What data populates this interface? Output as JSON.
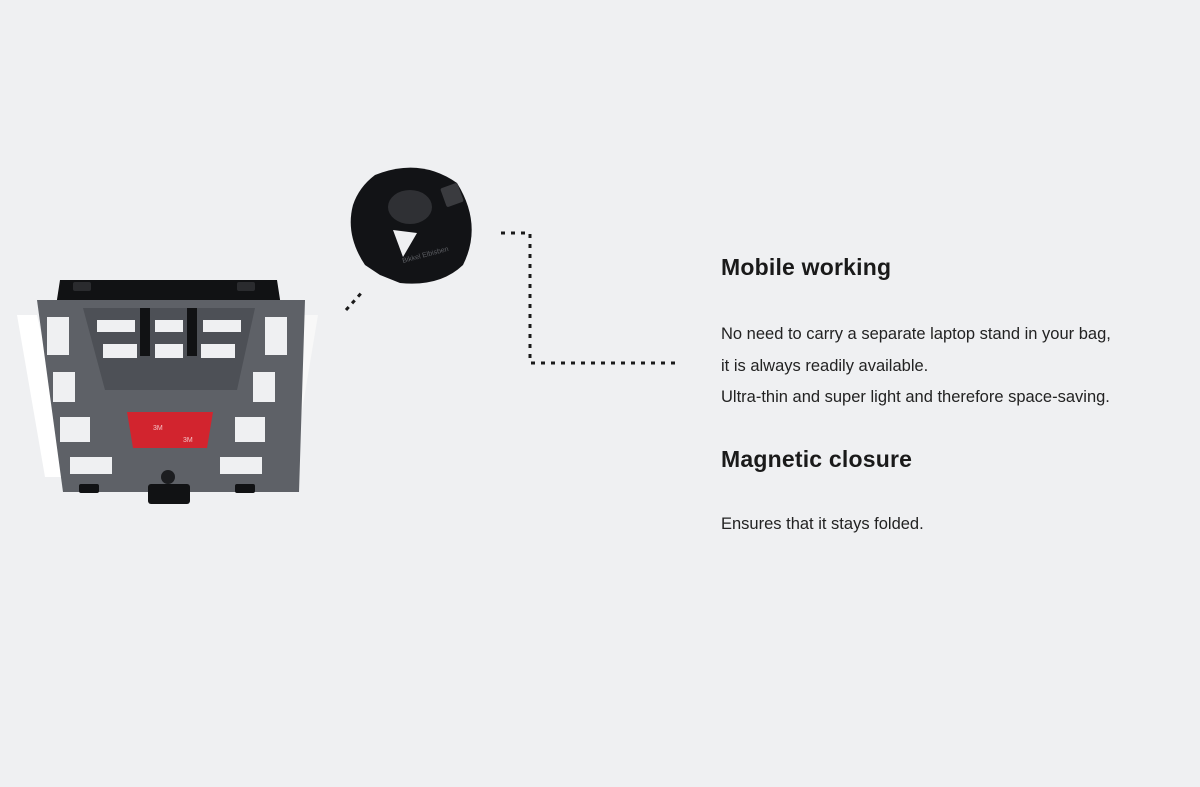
{
  "sections": [
    {
      "title": "Mobile working",
      "lines": [
        "No need to carry a separate laptop stand in your bag,",
        "it is always readily available.",
        "Ultra-thin and super light and therefore space-saving."
      ]
    },
    {
      "title": "Magnetic closure",
      "lines": [
        "Ensures that it stays folded."
      ]
    }
  ],
  "product_image": {
    "tape_text": "3M",
    "detail_logo_text": "Bikkel Elbisben"
  },
  "colors": {
    "background": "#eff0f2",
    "plate": "#5e6167",
    "bracket": "#111214",
    "tape": "#d2242e",
    "text": "#1a1a1a"
  }
}
